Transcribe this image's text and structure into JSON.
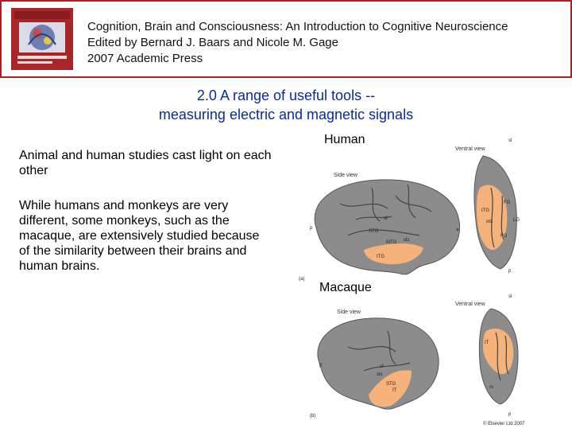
{
  "header": {
    "line1": "Cognition, Brain and Consciousness: An Introduction to Cognitive Neuroscience",
    "line2": "Edited by Bernard J. Baars and Nicole M. Gage",
    "line3": "2007 Academic Press"
  },
  "title": {
    "line1": "2.0 A range of useful tools --",
    "line2": "measuring electric and magnetic signals"
  },
  "body": {
    "para1": "Animal and human studies cast light on each other",
    "para2": "While humans and monkeys are very different, some monkeys, such as the macaque, are extensively studied because of the similarity between their brains and human brains."
  },
  "figure": {
    "human_label": "Human",
    "macaque_label": "Macaque",
    "side_view": "Side view",
    "ventral_view": "Ventral view",
    "human_side_labels": [
      "sf",
      "STG",
      "sts",
      "MTG",
      "ITG",
      "p",
      "a"
    ],
    "human_ventral_labels": [
      "sl",
      "ITG",
      "FG",
      "ots",
      "LG",
      "FG",
      "p"
    ],
    "macaque_side_labels": [
      "sf",
      "sts",
      "STG",
      "IT",
      "p"
    ],
    "macaque_ventral_labels": [
      "sl",
      "IT",
      "rs",
      "p"
    ],
    "panel_a": "(a)",
    "panel_b": "(b)",
    "copyright": "© Elsevier Ltd 2007",
    "a_label": "a"
  },
  "colors": {
    "header_border": "#b01e23",
    "title_color": "#0a2a9a",
    "brain_gray": "#8c8c8c",
    "highlight_orange": "#f5b27a"
  }
}
